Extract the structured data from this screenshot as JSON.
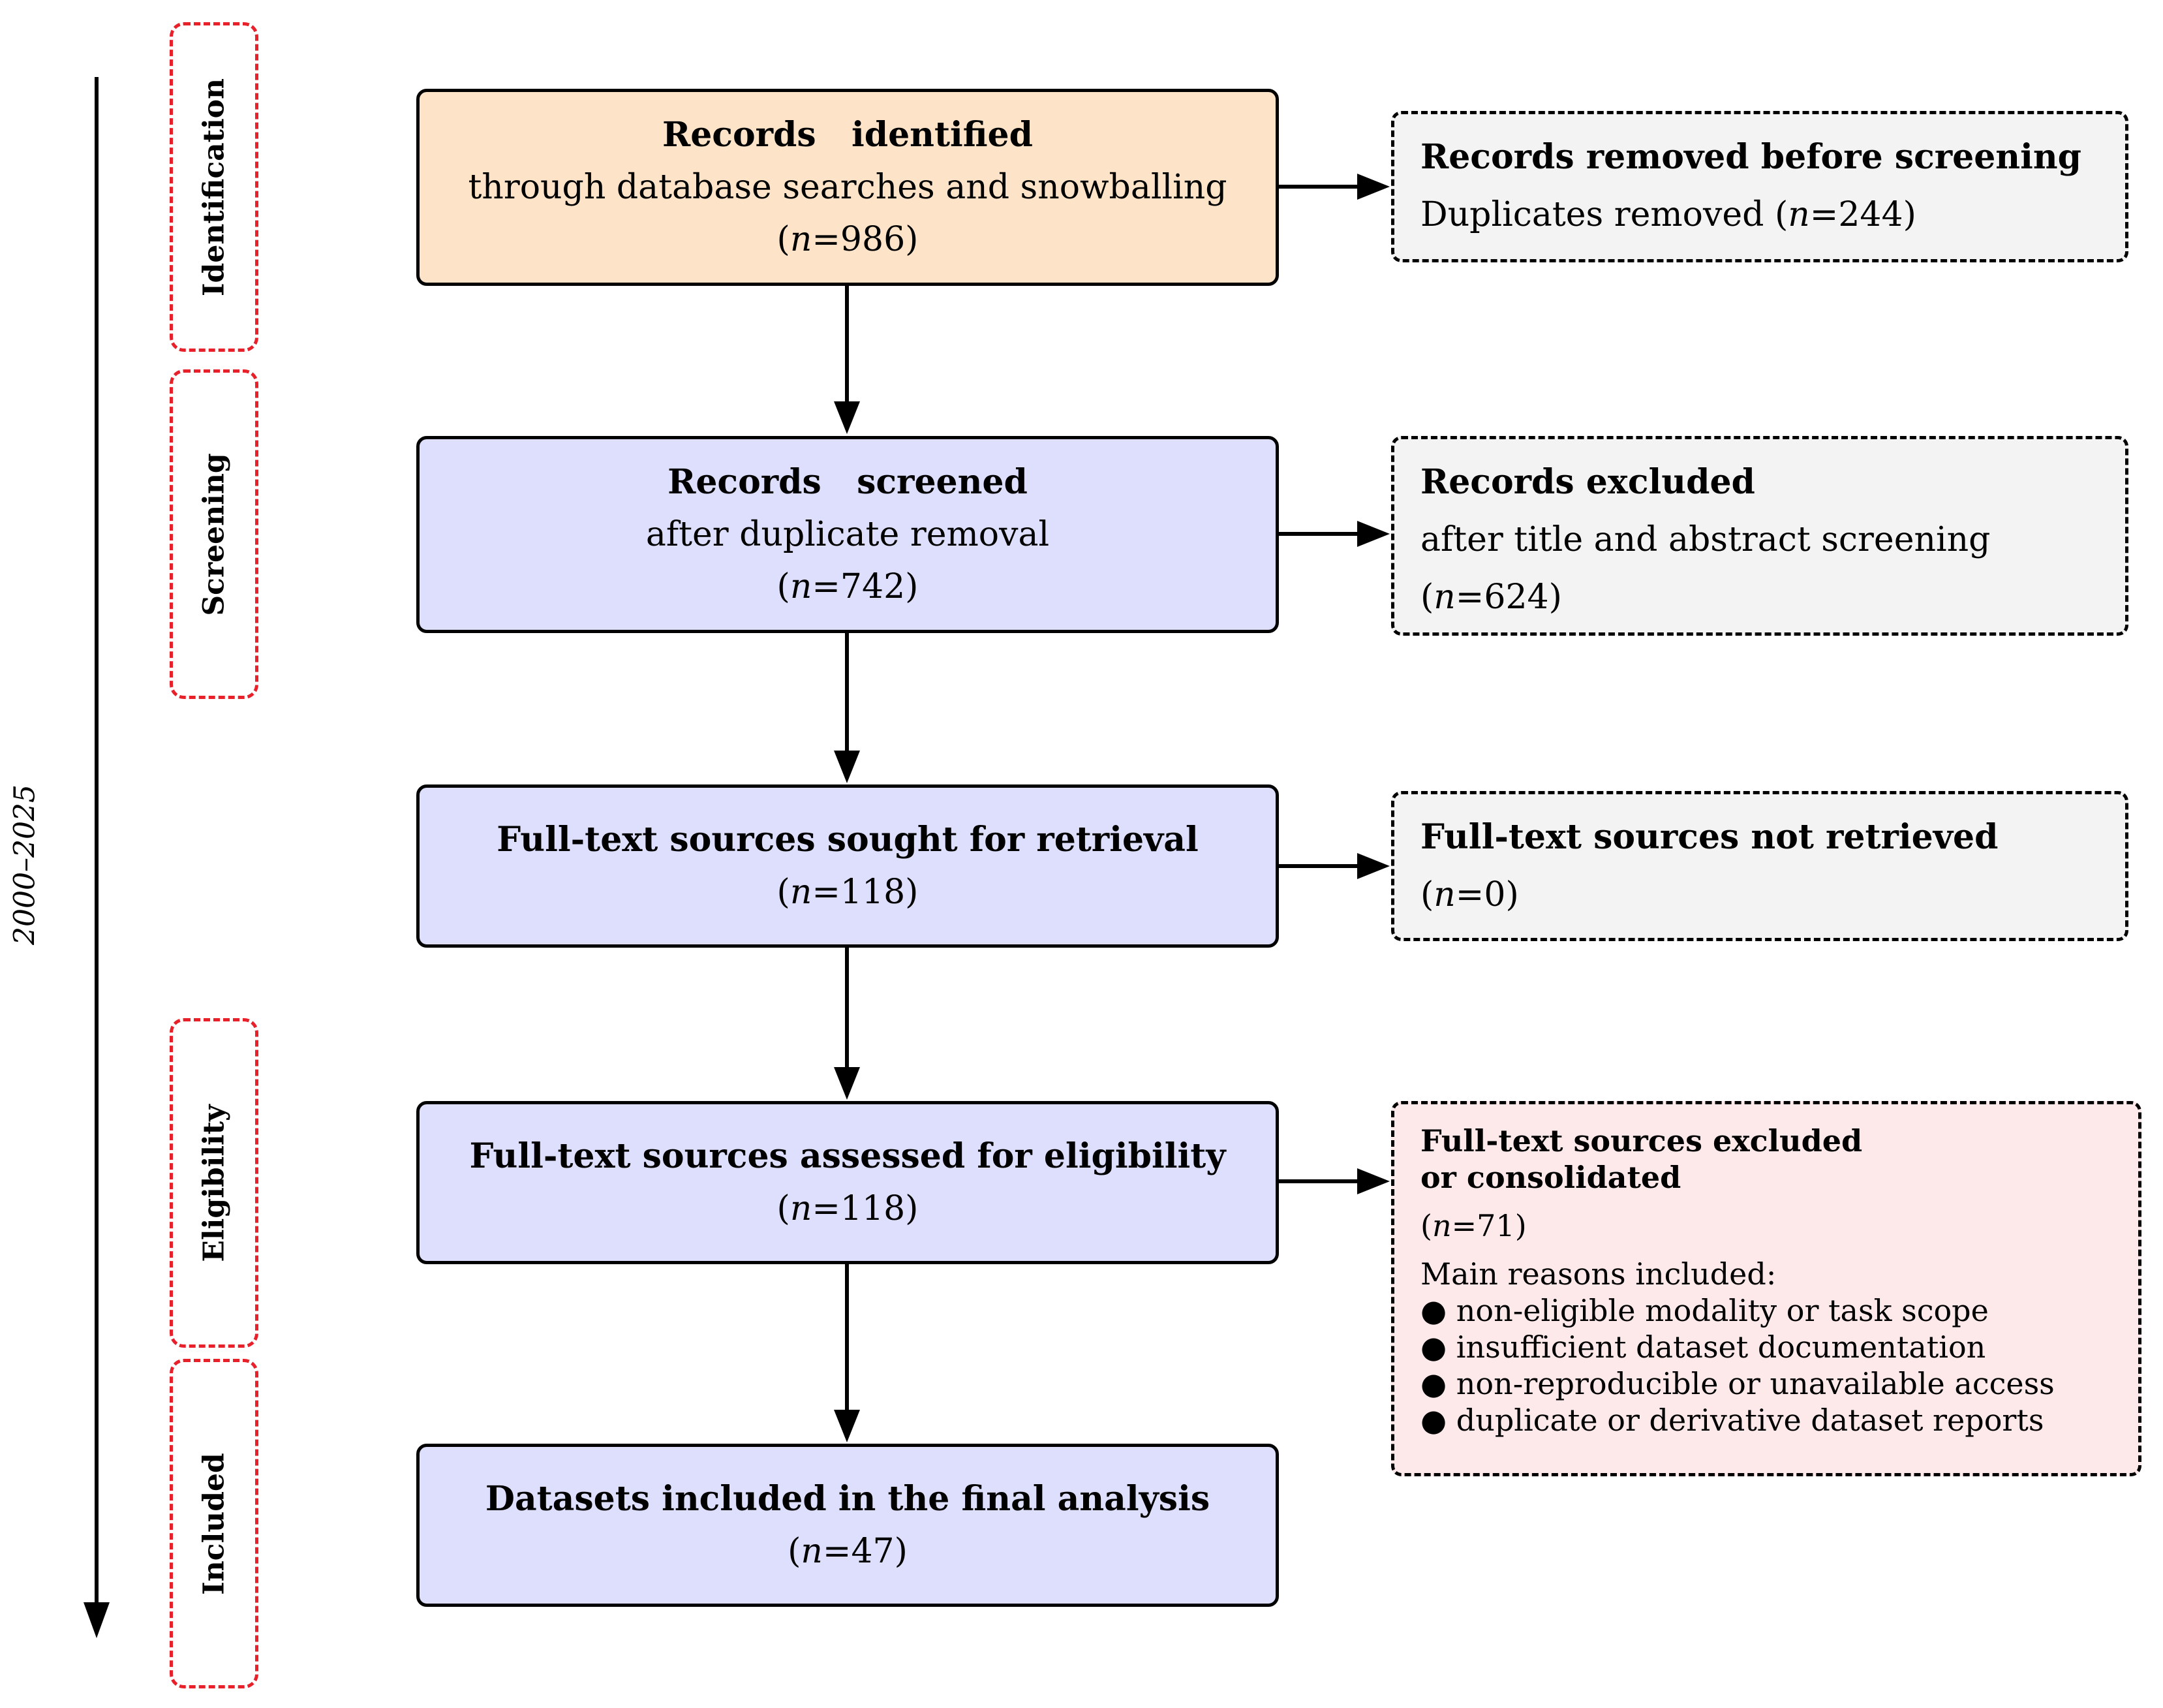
{
  "timeline": {
    "label": "2000–2025"
  },
  "phases": {
    "identification": "Identification",
    "screening": "Screening",
    "eligibility": "Eligibility",
    "included": "Included"
  },
  "boxes": {
    "identified": {
      "title": "Records   identified",
      "subtitle": "through database searches and snowballing",
      "n": "986"
    },
    "screened": {
      "title": "Records   screened",
      "subtitle": "after duplicate removal",
      "n": "742"
    },
    "sought": {
      "title": "Full-text sources sought for retrieval",
      "n": "118"
    },
    "assessed": {
      "title": "Full-text sources assessed for eligibility",
      "n": "118"
    },
    "included": {
      "title": "Datasets included in the final analysis",
      "n": "47"
    }
  },
  "side": {
    "removed": {
      "title": "Records removed before screening",
      "text": "Duplicates removed (",
      "n": "244"
    },
    "excluded": {
      "title": "Records excluded",
      "text": "after title and abstract screening",
      "n": "624"
    },
    "not_retrieved": {
      "title": "Full-text sources not retrieved",
      "n": "0"
    },
    "excluded_full": {
      "title_line1": "Full-text sources excluded",
      "title_line2": "or consolidated",
      "n": "71",
      "reasons_heading": "Main reasons included:",
      "reasons": [
        "non-eligible modality or task scope",
        "insufficient dataset documentation",
        "non-reproducible or unavailable access",
        "duplicate or derivative dataset reports"
      ]
    }
  },
  "colors": {
    "identified_fill": "#fde3c8",
    "main_fill": "#dddffd",
    "side_fill": "#f3f3f3",
    "excluded_fill": "#fde8ea",
    "phase_border": "#e8202a"
  }
}
